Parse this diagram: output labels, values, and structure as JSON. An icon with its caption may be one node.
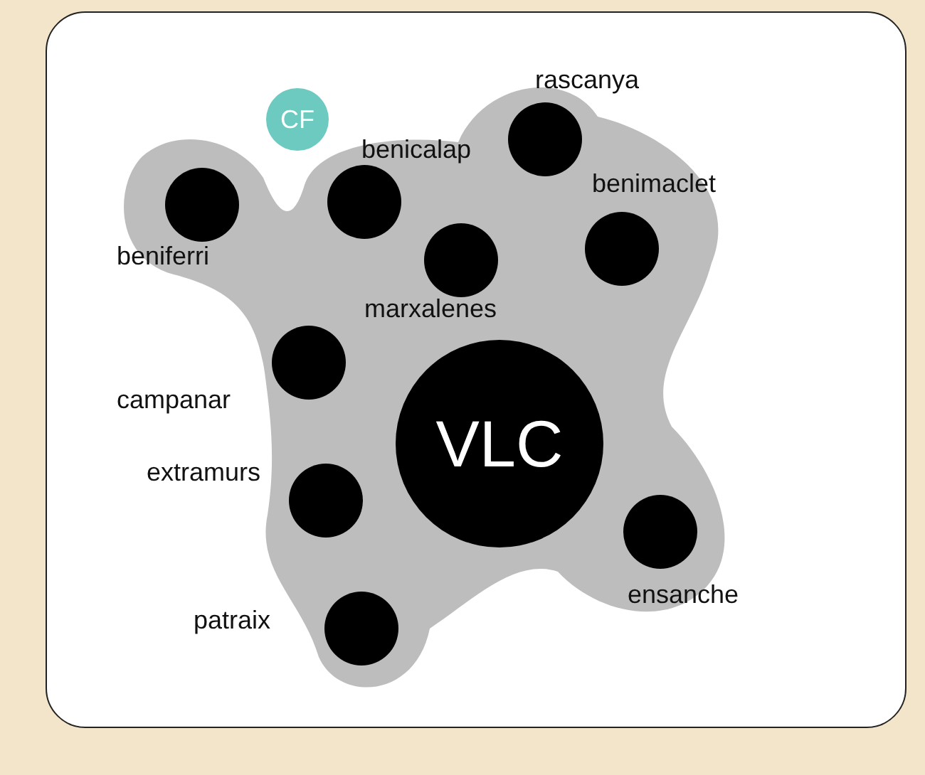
{
  "diagram": {
    "nodes": [
      {
        "text": [],
        "shape": "blob"
      },
      {
        "text": [
          "CF"
        ]
      },
      {
        "text": [],
        "shape": "circle",
        "beside": [
          "beniferri"
        ],
        "in": 0
      },
      {
        "text": [],
        "shape": "circle",
        "beside": [
          "benicalap"
        ],
        "in": 0
      },
      {
        "text": [],
        "shape": "circle",
        "beside": [
          "rascanya"
        ],
        "in": 0
      },
      {
        "text": [],
        "shape": "circle",
        "beside": [
          "marxalenes"
        ],
        "in": 0
      },
      {
        "text": [],
        "shape": "circle",
        "beside": [
          "benimaclet"
        ],
        "in": 0
      },
      {
        "text": [],
        "shape": "circle",
        "beside": [
          "campanar"
        ],
        "in": 0
      },
      {
        "text": [
          "VLC"
        ],
        "in": 0
      },
      {
        "text": [],
        "shape": "circle",
        "beside": [
          "extramurs"
        ],
        "in": 0
      },
      {
        "text": [],
        "shape": "circle",
        "beside": [
          "ensanche"
        ],
        "in": 0
      },
      {
        "text": [],
        "shape": "circle",
        "beside": [
          "patraix"
        ],
        "in": 0
      }
    ]
  }
}
